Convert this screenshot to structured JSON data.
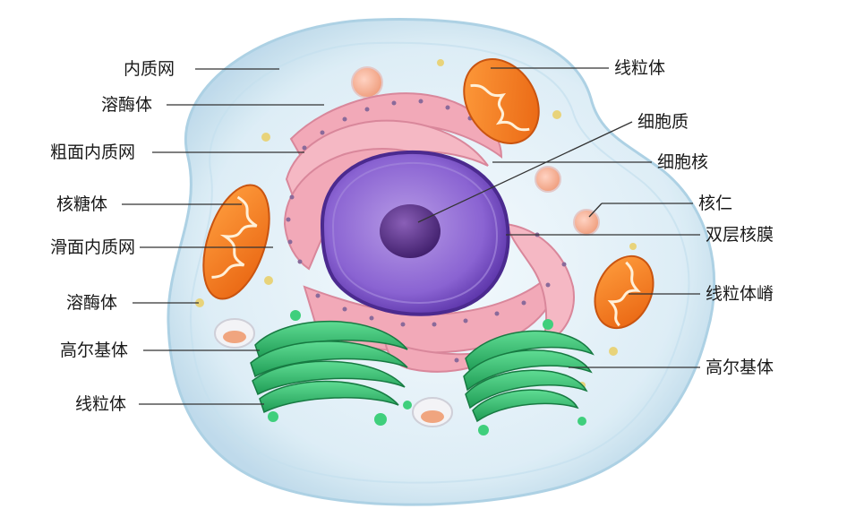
{
  "labels_left": [
    {
      "id": "er",
      "text": "内质网"
    },
    {
      "id": "lysosome1",
      "text": "溶酶体"
    },
    {
      "id": "rough-er",
      "text": "粗面内质网"
    },
    {
      "id": "ribosome",
      "text": "核糖体"
    },
    {
      "id": "smooth-er",
      "text": "滑面内质网"
    },
    {
      "id": "lysosome2",
      "text": "溶酶体"
    },
    {
      "id": "golgi1",
      "text": "高尔基体"
    },
    {
      "id": "mitochondrion1",
      "text": "线粒体"
    }
  ],
  "labels_right": [
    {
      "id": "mitochondrion2",
      "text": "线粒体"
    },
    {
      "id": "cytoplasm",
      "text": "细胞质"
    },
    {
      "id": "nucleus",
      "text": "细胞核"
    },
    {
      "id": "nucleolus",
      "text": "核仁"
    },
    {
      "id": "nuclear-envelope",
      "text": "双层核膜"
    },
    {
      "id": "cristae",
      "text": "线粒体嵴"
    },
    {
      "id": "golgi2",
      "text": "高尔基体"
    }
  ],
  "colors": {
    "membrane": "#cfe6f2",
    "cytoplasm": "#e6f3fa",
    "nucleus": "#7b4fc4",
    "nucleolus": "#4a2a7a",
    "er": "#f2a9b8",
    "mitochondria": "#f07a1e",
    "golgi": "#2fbf6b",
    "leader": "#333333"
  }
}
